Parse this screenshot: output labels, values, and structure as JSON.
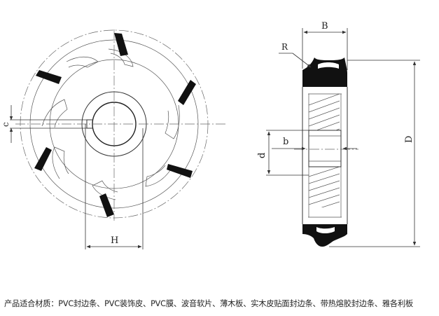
{
  "labels": {
    "c": "c",
    "H": "H",
    "B": "B",
    "R": "R",
    "b": "b",
    "d": "d",
    "D": "D"
  },
  "caption": "产品适合材质：PVC封边条、PVC装饰皮、PVC膜、波音软片、薄木板、实木皮贴面封边条、带热熔胶封边条、雅各利板"
}
